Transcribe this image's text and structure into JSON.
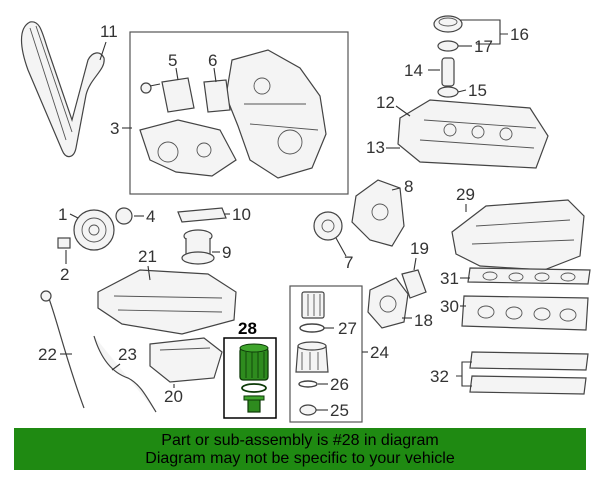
{
  "callouts": {
    "c1": "1",
    "c2": "2",
    "c3": "3",
    "c4": "4",
    "c5": "5",
    "c6": "6",
    "c7": "7",
    "c8": "8",
    "c9": "9",
    "c10": "10",
    "c11": "11",
    "c12": "12",
    "c13": "13",
    "c14": "14",
    "c15": "15",
    "c16": "16",
    "c17": "17",
    "c18": "18",
    "c19": "19",
    "c20": "20",
    "c21": "21",
    "c22": "22",
    "c23": "23",
    "c24": "24",
    "c25": "25",
    "c26": "26",
    "c27": "27",
    "c28": "28",
    "c29": "29",
    "c30": "30",
    "c31": "31",
    "c32": "32"
  },
  "banner": {
    "line1": "Part or sub-assembly is #28 in diagram",
    "line2": "Diagram may not be specific to your vehicle",
    "color": "#1f8a12"
  },
  "highlight": {
    "part": "28",
    "color": "#2e8b1e"
  }
}
